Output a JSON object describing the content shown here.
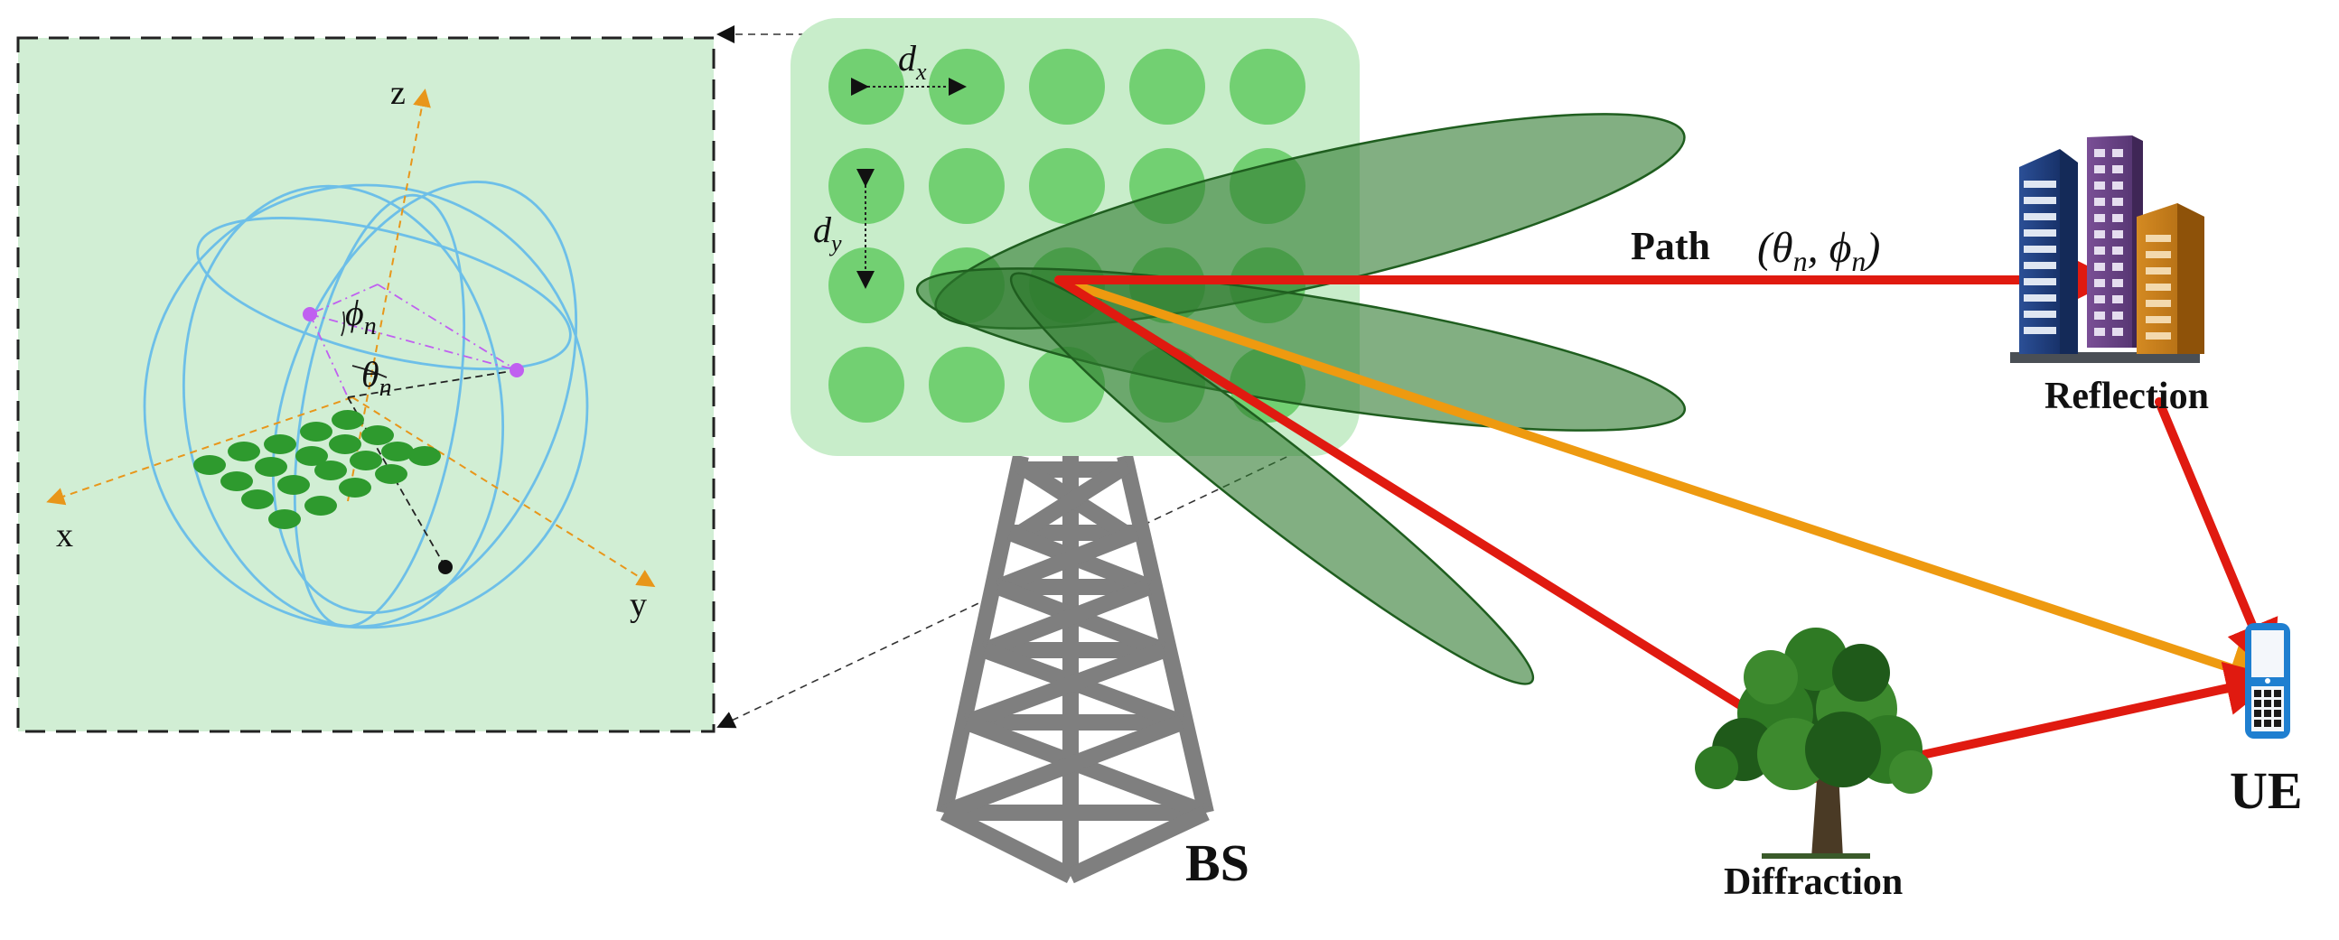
{
  "labels": {
    "bs": "BS",
    "ue": "UE",
    "reflection": "Reflection",
    "diffraction": "Diffraction",
    "path": "Path",
    "path_params": "(θn, ϕn)",
    "dx": "dx",
    "dy": "dy"
  },
  "axes": {
    "x": "x",
    "y": "y",
    "z": "z"
  },
  "angles": {
    "phi": "ϕn",
    "theta": "θn"
  },
  "colors": {
    "inset_bg": "#d1eed4",
    "panel_bg": "#c8edca",
    "element": "#72d072",
    "beam": "#2f7a2f",
    "direct_path": "#ee9a10",
    "multipath": "#e01a10",
    "tower": "#7f7f7f",
    "sphere": "#6dbfe8",
    "axis": "#e8961a",
    "point": "#c060f0"
  },
  "icons": [
    "building-icon",
    "tree-icon",
    "phone-icon",
    "tower-icon"
  ]
}
